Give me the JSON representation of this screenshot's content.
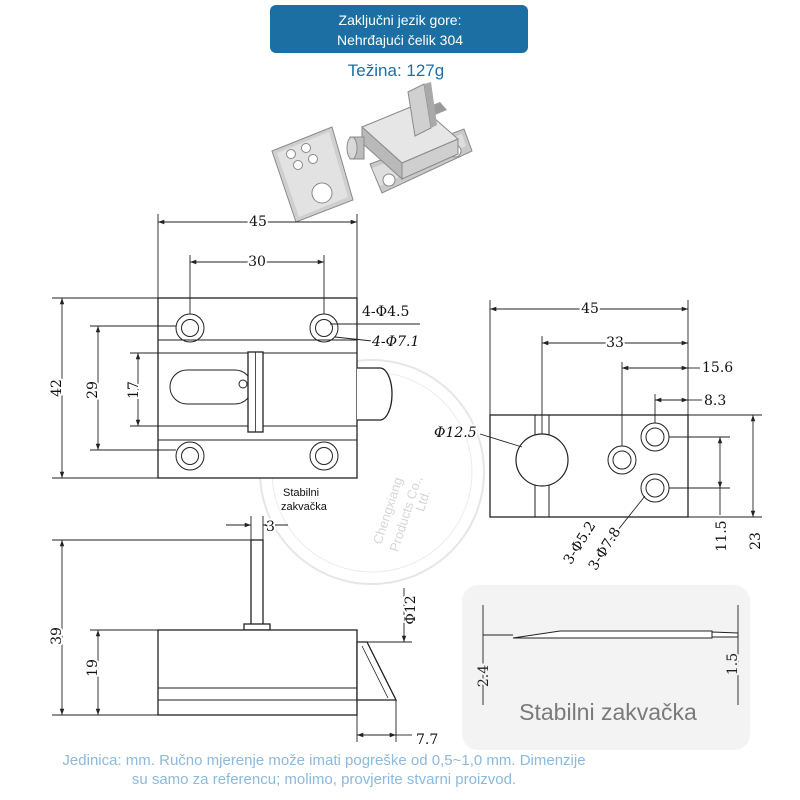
{
  "header": {
    "line1": "Zaključni jezik gore:",
    "line2": "Nehrđajući čelik 304",
    "weight": "Težina: 127g"
  },
  "top_view": {
    "width": "45",
    "hole_spacing_x": "30",
    "hole_inner": "4-Φ4.5",
    "hole_outer": "4-Φ7.1",
    "height": "42",
    "hole_spacing_y": "29",
    "body_width": "17",
    "label_line1": "Stabilni",
    "label_line2": "zakvačka"
  },
  "side_view": {
    "handle_thickness": "3",
    "total_height": "39",
    "body_height": "19",
    "bolt_diameter": "Φ12",
    "bolt_protrusion": "7.7"
  },
  "end_view": {
    "width": "45",
    "bolt_offset": "33",
    "hole_offset_1": "15.6",
    "hole_offset_2": "8.3",
    "bolt_hole": "Φ12.5",
    "holes_inner": "3-Φ5.2",
    "holes_outer": "3-Φ7.8",
    "hole_spacing": "11.5",
    "height": "23"
  },
  "inset": {
    "thickness_left": "2.4",
    "thickness_right": "1.5",
    "caption": "Stabilni zakvačka"
  },
  "footer": {
    "line1": "Jedinica: mm. Ručno mjerenje može imati pogreške od 0,5~1,0 mm. Dimenzije",
    "line2": "su samo za referencu; molimo, provjerite stvarni proizvod."
  },
  "watermark": {
    "line1": "Chengxiang",
    "line2": "Products Co.,",
    "line3": "Ltd."
  },
  "colors": {
    "banner": "#1b6fa3",
    "weight_text": "#1d6fa8",
    "footer_text": "#8cb9dc",
    "inset_bg": "#f3f3f3",
    "metal": "#d6d6d6"
  }
}
